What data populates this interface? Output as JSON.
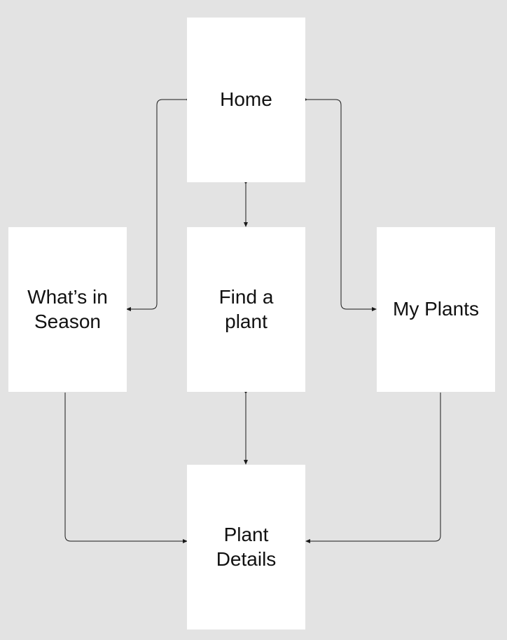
{
  "background_color": "#e3e3e3",
  "node_color": "#ffffff",
  "line_color": "#1a1a1a",
  "nodes": {
    "home": {
      "label": "Home"
    },
    "whats_in_season": {
      "label": "What’s in\nSeason"
    },
    "find_a_plant": {
      "label": "Find a\nplant"
    },
    "my_plants": {
      "label": "My Plants"
    },
    "plant_details": {
      "label": "Plant\nDetails"
    }
  },
  "edges": [
    {
      "from": "home",
      "to": "whats_in_season"
    },
    {
      "from": "home",
      "to": "find_a_plant"
    },
    {
      "from": "home",
      "to": "my_plants"
    },
    {
      "from": "find_a_plant",
      "to": "plant_details"
    },
    {
      "from": "whats_in_season",
      "to": "plant_details"
    },
    {
      "from": "my_plants",
      "to": "plant_details"
    }
  ]
}
